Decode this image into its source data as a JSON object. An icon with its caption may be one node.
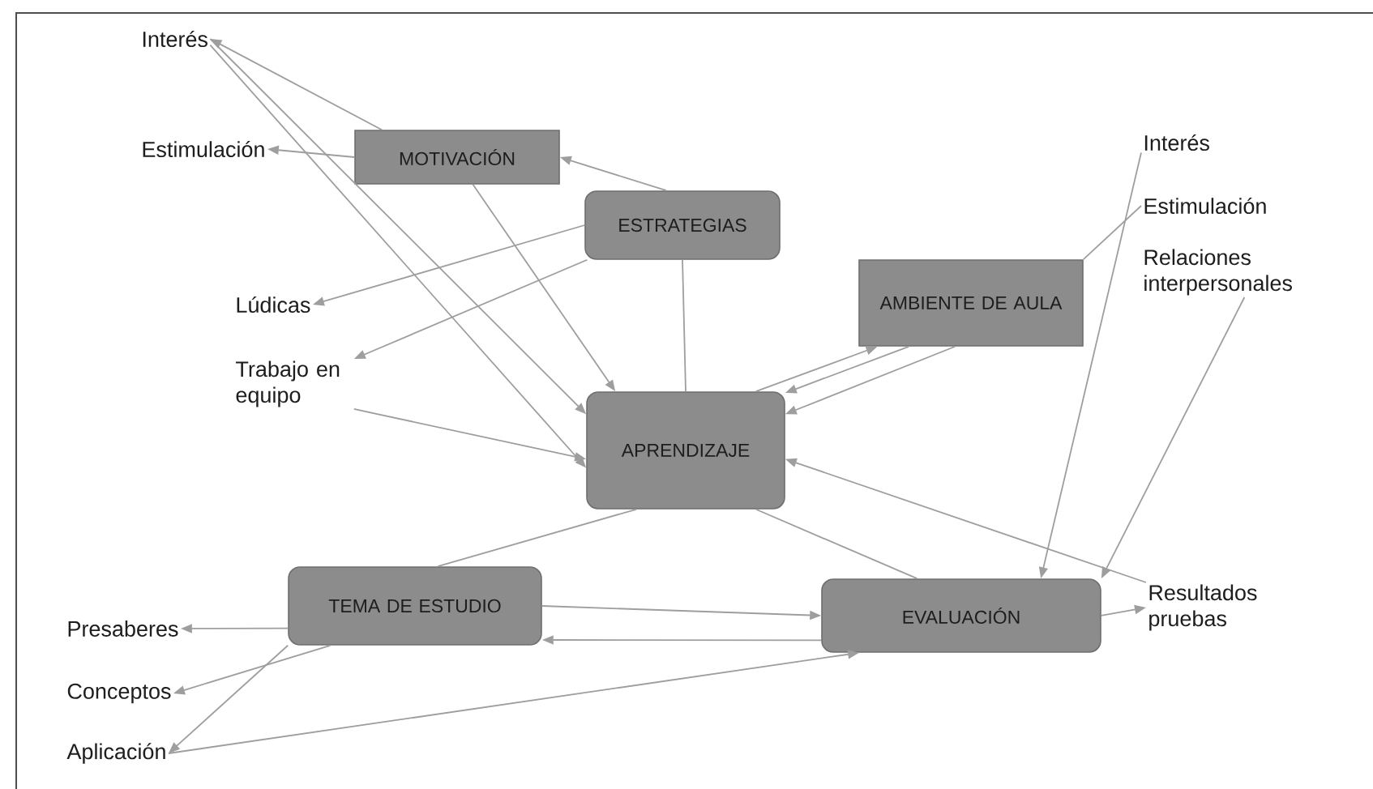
{
  "diagram": {
    "nodes": [
      {
        "text": [
          "Interés"
        ]
      },
      {
        "text": [
          "Estimulación"
        ]
      },
      {
        "text": [
          "MOTIVACIÓN"
        ]
      },
      {
        "text": [
          "ESTRATEGIAS"
        ]
      },
      {
        "text": [
          "Lúdicas"
        ]
      },
      {
        "text": [
          "Trabajo en equipo"
        ]
      },
      {
        "text": [
          "Interés"
        ]
      },
      {
        "text": [
          "Estimulación"
        ]
      },
      {
        "text": [
          "Relaciones interpersonales"
        ]
      },
      {
        "text": [
          "AMBIENTE DE AULA"
        ]
      },
      {
        "text": [
          "APRENDIZAJE"
        ]
      },
      {
        "text": [
          "TEMA DE ESTUDIO"
        ]
      },
      {
        "text": [
          "EVALUACIÓN"
        ]
      },
      {
        "text": [
          "Presaberes"
        ]
      },
      {
        "text": [
          "Conceptos"
        ]
      },
      {
        "text": [
          "Aplicación"
        ]
      },
      {
        "text": [
          "Resultados pruebas"
        ]
      }
    ],
    "edges": [
      {
        "from": 2,
        "to": 0,
        "arrow": "to"
      },
      {
        "from": 2,
        "to": 1,
        "arrow": "to"
      },
      {
        "from": 0,
        "to": 10,
        "arrow": "to"
      },
      {
        "from": 0,
        "to": 10,
        "arrow": "to"
      },
      {
        "from": 2,
        "to": 10,
        "arrow": "to"
      },
      {
        "from": 3,
        "to": 2,
        "arrow": "to"
      },
      {
        "from": 3,
        "to": 4,
        "arrow": "to"
      },
      {
        "from": 3,
        "to": 5,
        "arrow": "to"
      },
      {
        "from": 3,
        "to": 10,
        "arrow": "none"
      },
      {
        "from": 5,
        "to": 10,
        "arrow": "to"
      },
      {
        "from": 10,
        "to": 9,
        "arrow": "to"
      },
      {
        "from": 9,
        "to": 10,
        "arrow": "to"
      },
      {
        "from": 9,
        "to": 10,
        "arrow": "to"
      },
      {
        "from": 7,
        "to": 9,
        "arrow": "none"
      },
      {
        "from": 6,
        "to": 12,
        "arrow": "to"
      },
      {
        "from": 8,
        "to": 12,
        "arrow": "to"
      },
      {
        "from": 16,
        "to": 10,
        "arrow": "to"
      },
      {
        "from": 10,
        "to": 11,
        "arrow": "none"
      },
      {
        "from": 10,
        "to": 12,
        "arrow": "none"
      },
      {
        "from": 11,
        "to": 12,
        "arrow": "to"
      },
      {
        "from": 12,
        "to": 11,
        "arrow": "to"
      },
      {
        "from": 12,
        "to": 16,
        "arrow": "to"
      },
      {
        "from": 11,
        "to": 13,
        "arrow": "to"
      },
      {
        "from": 11,
        "to": 14,
        "arrow": "to"
      },
      {
        "from": 11,
        "to": 15,
        "arrow": "to"
      },
      {
        "from": 15,
        "to": 12,
        "arrow": "to"
      }
    ]
  }
}
